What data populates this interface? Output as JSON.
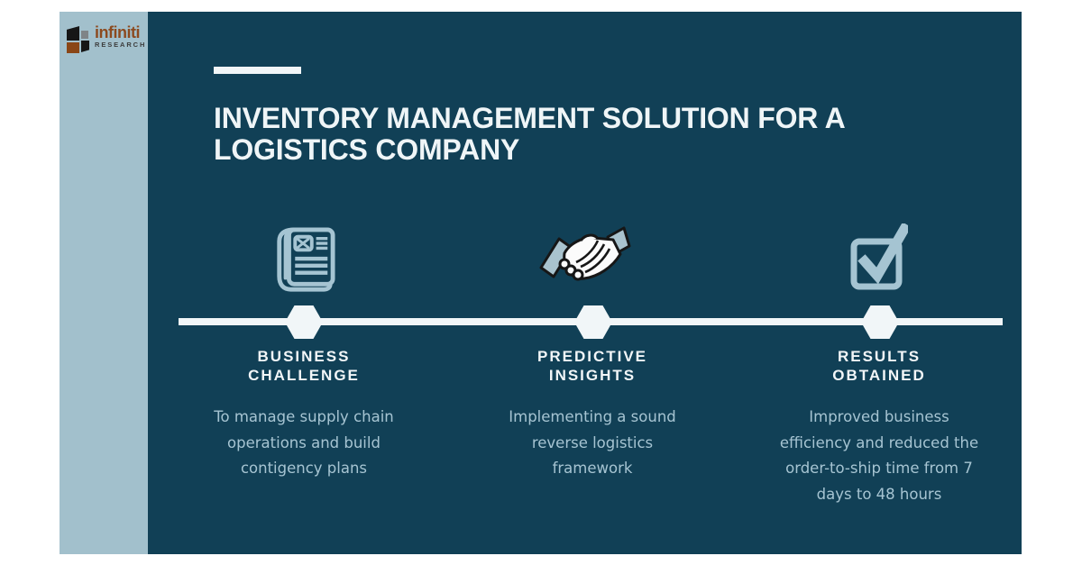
{
  "brand": {
    "name": "infiniti",
    "tagline": "RESEARCH"
  },
  "title": {
    "line1": "INVENTORY MANAGEMENT SOLUTION FOR A",
    "line2": "LOGISTICS COMPANY"
  },
  "columns": [
    {
      "icon": "newspaper-icon",
      "heading1": "BUSINESS",
      "heading2": "CHALLENGE",
      "body_lines": [
        "To manage supply chain",
        "operations and build",
        "contigency plans"
      ]
    },
    {
      "icon": "handshake-icon",
      "heading1": "PREDICTIVE",
      "heading2": "INSIGHTS",
      "body_lines": [
        "Implementing a sound",
        "reverse logistics",
        "framework"
      ]
    },
    {
      "icon": "checkmark-box-icon",
      "heading1": "RESULTS",
      "heading2": "OBTAINED",
      "body_lines": [
        "Improved business",
        "efficiency and reduced the",
        "order-to-ship time from 7",
        "days to 48 hours"
      ]
    }
  ],
  "colors": {
    "panel_bg": "#114056",
    "stripe_bg": "#a2c0cc",
    "accent_light": "#a5c4d2",
    "white_soft": "#f1f6f8",
    "logo_rust": "#8c4a1f",
    "logo_gray": "#7f8487",
    "logo_black": "#161616",
    "logo_research_gray": "#3d3d3d"
  }
}
